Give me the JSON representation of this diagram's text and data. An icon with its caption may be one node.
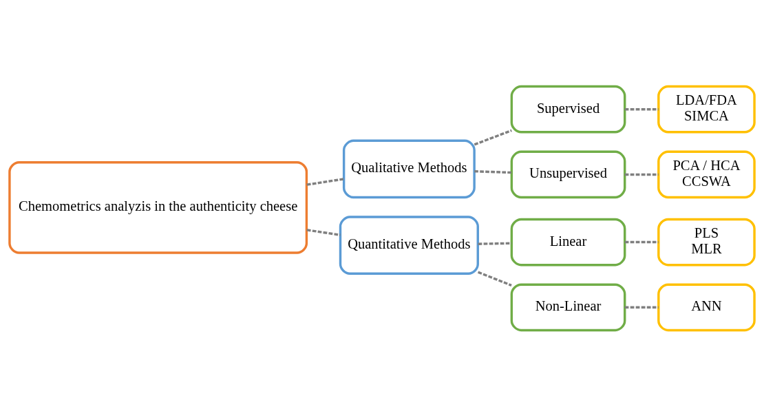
{
  "diagram": {
    "nodes": [
      {
        "text": [
          "Chemometrics analyzis in the authenticity cheese"
        ]
      },
      {
        "text": [
          "Qualitative Methods"
        ]
      },
      {
        "text": [
          "Supervised"
        ]
      },
      {
        "text": [
          "LDA/FDA",
          "SIMCA"
        ]
      },
      {
        "text": [
          "Unsupervised"
        ]
      },
      {
        "text": [
          "PCA / HCA",
          "CCSWA"
        ]
      },
      {
        "text": [
          "Quantitative Methods"
        ]
      },
      {
        "text": [
          "Linear"
        ]
      },
      {
        "text": [
          "PLS",
          "MLR"
        ]
      },
      {
        "text": [
          "Non-Linear"
        ]
      },
      {
        "text": [
          "ANN"
        ]
      }
    ],
    "edges": [
      {
        "from": 0,
        "to": 1,
        "arrow": "none",
        "style": "dashed"
      },
      {
        "from": 0,
        "to": 6,
        "arrow": "none",
        "style": "dashed"
      },
      {
        "from": 1,
        "to": 2,
        "arrow": "none",
        "style": "dashed"
      },
      {
        "from": 1,
        "to": 4,
        "arrow": "none",
        "style": "dashed"
      },
      {
        "from": 2,
        "to": 3,
        "arrow": "none",
        "style": "dashed"
      },
      {
        "from": 4,
        "to": 5,
        "arrow": "none",
        "style": "dashed"
      },
      {
        "from": 6,
        "to": 7,
        "arrow": "none",
        "style": "dashed"
      },
      {
        "from": 6,
        "to": 9,
        "arrow": "none",
        "style": "dashed"
      },
      {
        "from": 7,
        "to": 8,
        "arrow": "none",
        "style": "dashed"
      },
      {
        "from": 9,
        "to": 10,
        "arrow": "none",
        "style": "dashed"
      }
    ]
  }
}
